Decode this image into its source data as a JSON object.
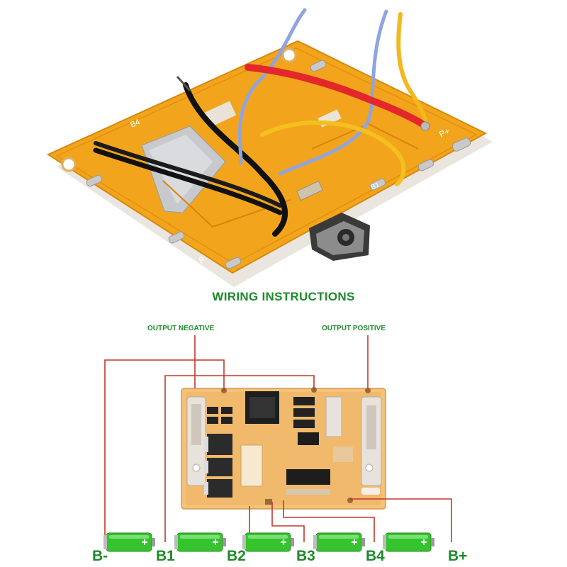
{
  "heading": "WIRING INSTRUCTIONS",
  "labels": {
    "output_negative": "OUTPUT NEGATIVE",
    "output_positive": "OUTPUT POSITIVE"
  },
  "photo_silkscreen": {
    "b4": "B4",
    "p_plus": "P+",
    "p_minus": "P-",
    "b1": "B1"
  },
  "terminals": [
    "B-",
    "B1",
    "B2",
    "B3",
    "B4",
    "B+"
  ],
  "cell_count": 5,
  "colors": {
    "heading": "#1f8a2a",
    "wire": "#c0392b",
    "cell": "#35c42e",
    "pcb": "#f2a51c",
    "board_lower": "#f4c27c"
  }
}
